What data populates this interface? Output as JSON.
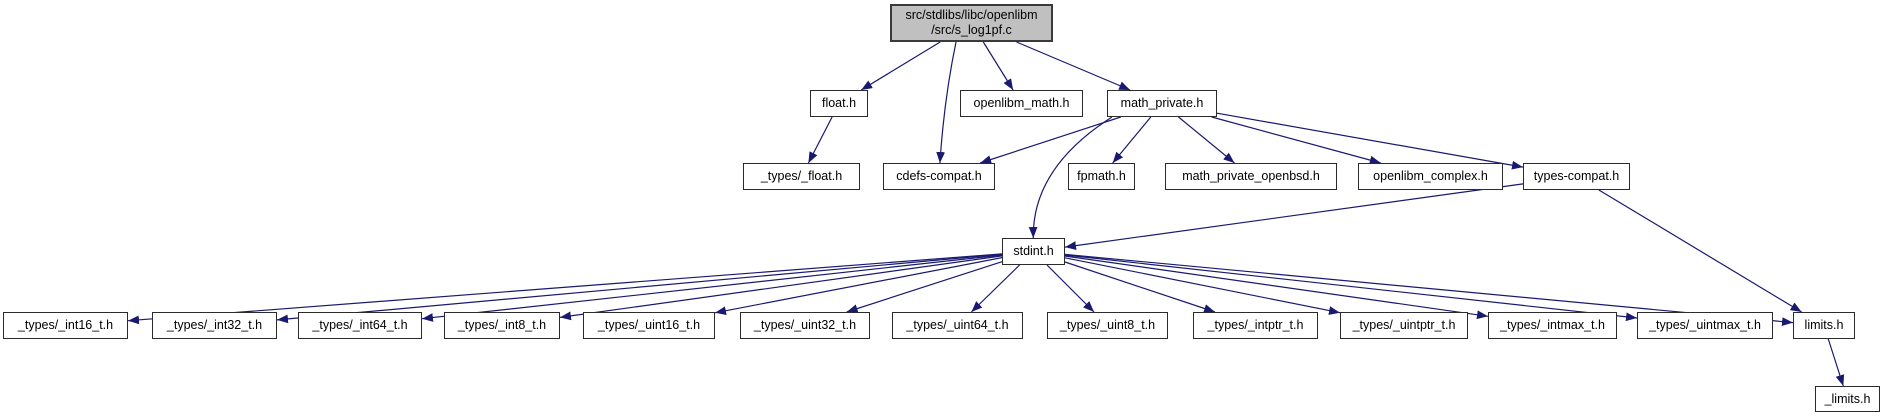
{
  "graph": {
    "colors": {
      "edge": "#191970",
      "node_border": "#2b2b2b",
      "node_fill": "#ffffff",
      "root_fill": "#c0c0c0",
      "text": "#000000"
    },
    "nodes": [
      {
        "id": "root",
        "label": "src/stdlibs/libc/openlibm\n/src/s_log1pf.c",
        "kind": "root"
      },
      {
        "id": "float_h",
        "label": "float.h"
      },
      {
        "id": "openlibm_math_h",
        "label": "openlibm_math.h"
      },
      {
        "id": "math_private_h",
        "label": "math_private.h"
      },
      {
        "id": "types_float_h",
        "label": "_types/_float.h"
      },
      {
        "id": "cdefs_compat_h",
        "label": "cdefs-compat.h"
      },
      {
        "id": "fpmath_h",
        "label": "fpmath.h"
      },
      {
        "id": "math_private_openbsd_h",
        "label": "math_private_openbsd.h"
      },
      {
        "id": "openlibm_complex_h",
        "label": "openlibm_complex.h"
      },
      {
        "id": "types_compat_h",
        "label": "types-compat.h"
      },
      {
        "id": "stdint_h",
        "label": "stdint.h"
      },
      {
        "id": "types_int16_t_h",
        "label": "_types/_int16_t.h"
      },
      {
        "id": "types_int32_t_h",
        "label": "_types/_int32_t.h"
      },
      {
        "id": "types_int64_t_h",
        "label": "_types/_int64_t.h"
      },
      {
        "id": "types_int8_t_h",
        "label": "_types/_int8_t.h"
      },
      {
        "id": "types_uint16_t_h",
        "label": "_types/_uint16_t.h"
      },
      {
        "id": "types_uint32_t_h",
        "label": "_types/_uint32_t.h"
      },
      {
        "id": "types_uint64_t_h",
        "label": "_types/_uint64_t.h"
      },
      {
        "id": "types_uint8_t_h",
        "label": "_types/_uint8_t.h"
      },
      {
        "id": "types_intptr_t_h",
        "label": "_types/_intptr_t.h"
      },
      {
        "id": "types_uintptr_t_h",
        "label": "_types/_uintptr_t.h"
      },
      {
        "id": "types_intmax_t_h",
        "label": "_types/_intmax_t.h"
      },
      {
        "id": "types_uintmax_t_h",
        "label": "_types/_uintmax_t.h"
      },
      {
        "id": "limits_h",
        "label": "limits.h"
      },
      {
        "id": "underscore_limits_h",
        "label": "_limits.h"
      }
    ],
    "edges": [
      {
        "from": "root",
        "to": "float_h"
      },
      {
        "from": "root",
        "to": "cdefs_compat_h"
      },
      {
        "from": "root",
        "to": "openlibm_math_h"
      },
      {
        "from": "root",
        "to": "math_private_h"
      },
      {
        "from": "float_h",
        "to": "types_float_h"
      },
      {
        "from": "math_private_h",
        "to": "cdefs_compat_h"
      },
      {
        "from": "math_private_h",
        "to": "stdint_h"
      },
      {
        "from": "math_private_h",
        "to": "fpmath_h"
      },
      {
        "from": "math_private_h",
        "to": "math_private_openbsd_h"
      },
      {
        "from": "math_private_h",
        "to": "openlibm_complex_h"
      },
      {
        "from": "math_private_h",
        "to": "types_compat_h"
      },
      {
        "from": "types_compat_h",
        "to": "stdint_h"
      },
      {
        "from": "types_compat_h",
        "to": "limits_h"
      },
      {
        "from": "stdint_h",
        "to": "types_int16_t_h"
      },
      {
        "from": "stdint_h",
        "to": "types_int32_t_h"
      },
      {
        "from": "stdint_h",
        "to": "types_int64_t_h"
      },
      {
        "from": "stdint_h",
        "to": "types_int8_t_h"
      },
      {
        "from": "stdint_h",
        "to": "types_uint16_t_h"
      },
      {
        "from": "stdint_h",
        "to": "types_uint32_t_h"
      },
      {
        "from": "stdint_h",
        "to": "types_uint64_t_h"
      },
      {
        "from": "stdint_h",
        "to": "types_uint8_t_h"
      },
      {
        "from": "stdint_h",
        "to": "types_intptr_t_h"
      },
      {
        "from": "stdint_h",
        "to": "types_uintptr_t_h"
      },
      {
        "from": "stdint_h",
        "to": "types_intmax_t_h"
      },
      {
        "from": "stdint_h",
        "to": "types_uintmax_t_h"
      },
      {
        "from": "stdint_h",
        "to": "limits_h"
      },
      {
        "from": "limits_h",
        "to": "underscore_limits_h"
      }
    ]
  }
}
